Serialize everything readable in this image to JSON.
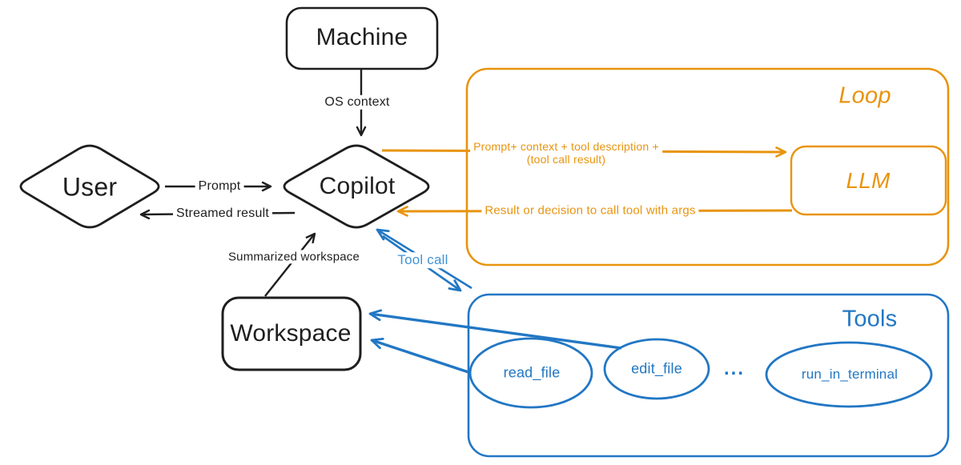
{
  "nodes": {
    "machine": {
      "label": "Machine"
    },
    "user": {
      "label": "User"
    },
    "copilot": {
      "label": "Copilot"
    },
    "workspace": {
      "label": "Workspace"
    },
    "loop_group": {
      "label": "Loop"
    },
    "llm": {
      "label": "LLM"
    },
    "tools_group": {
      "label": "Tools"
    },
    "read_file": {
      "label": "read_file"
    },
    "edit_file": {
      "label": "edit_file"
    },
    "ellipsis": {
      "label": "..."
    },
    "run_in_terminal": {
      "label": "run_in_terminal"
    }
  },
  "edges": {
    "os_context": {
      "label": "OS context"
    },
    "prompt": {
      "label": "Prompt"
    },
    "streamed_result": {
      "label": "Streamed result"
    },
    "summarized_workspace": {
      "label": "Summarized workspace"
    },
    "prompt_context": {
      "line1": "Prompt+ context + tool description +",
      "line2": "(tool call result)"
    },
    "result_decision": {
      "label": "Result or decision to call tool with args"
    },
    "tool_call": {
      "label": "Tool call"
    }
  },
  "colors": {
    "stroke_black": "#1e1e1e",
    "stroke_orange": "#e8940e",
    "stroke_blue": "#2277c4",
    "label_blue": "#3f93d6",
    "background": "#ffffff"
  }
}
